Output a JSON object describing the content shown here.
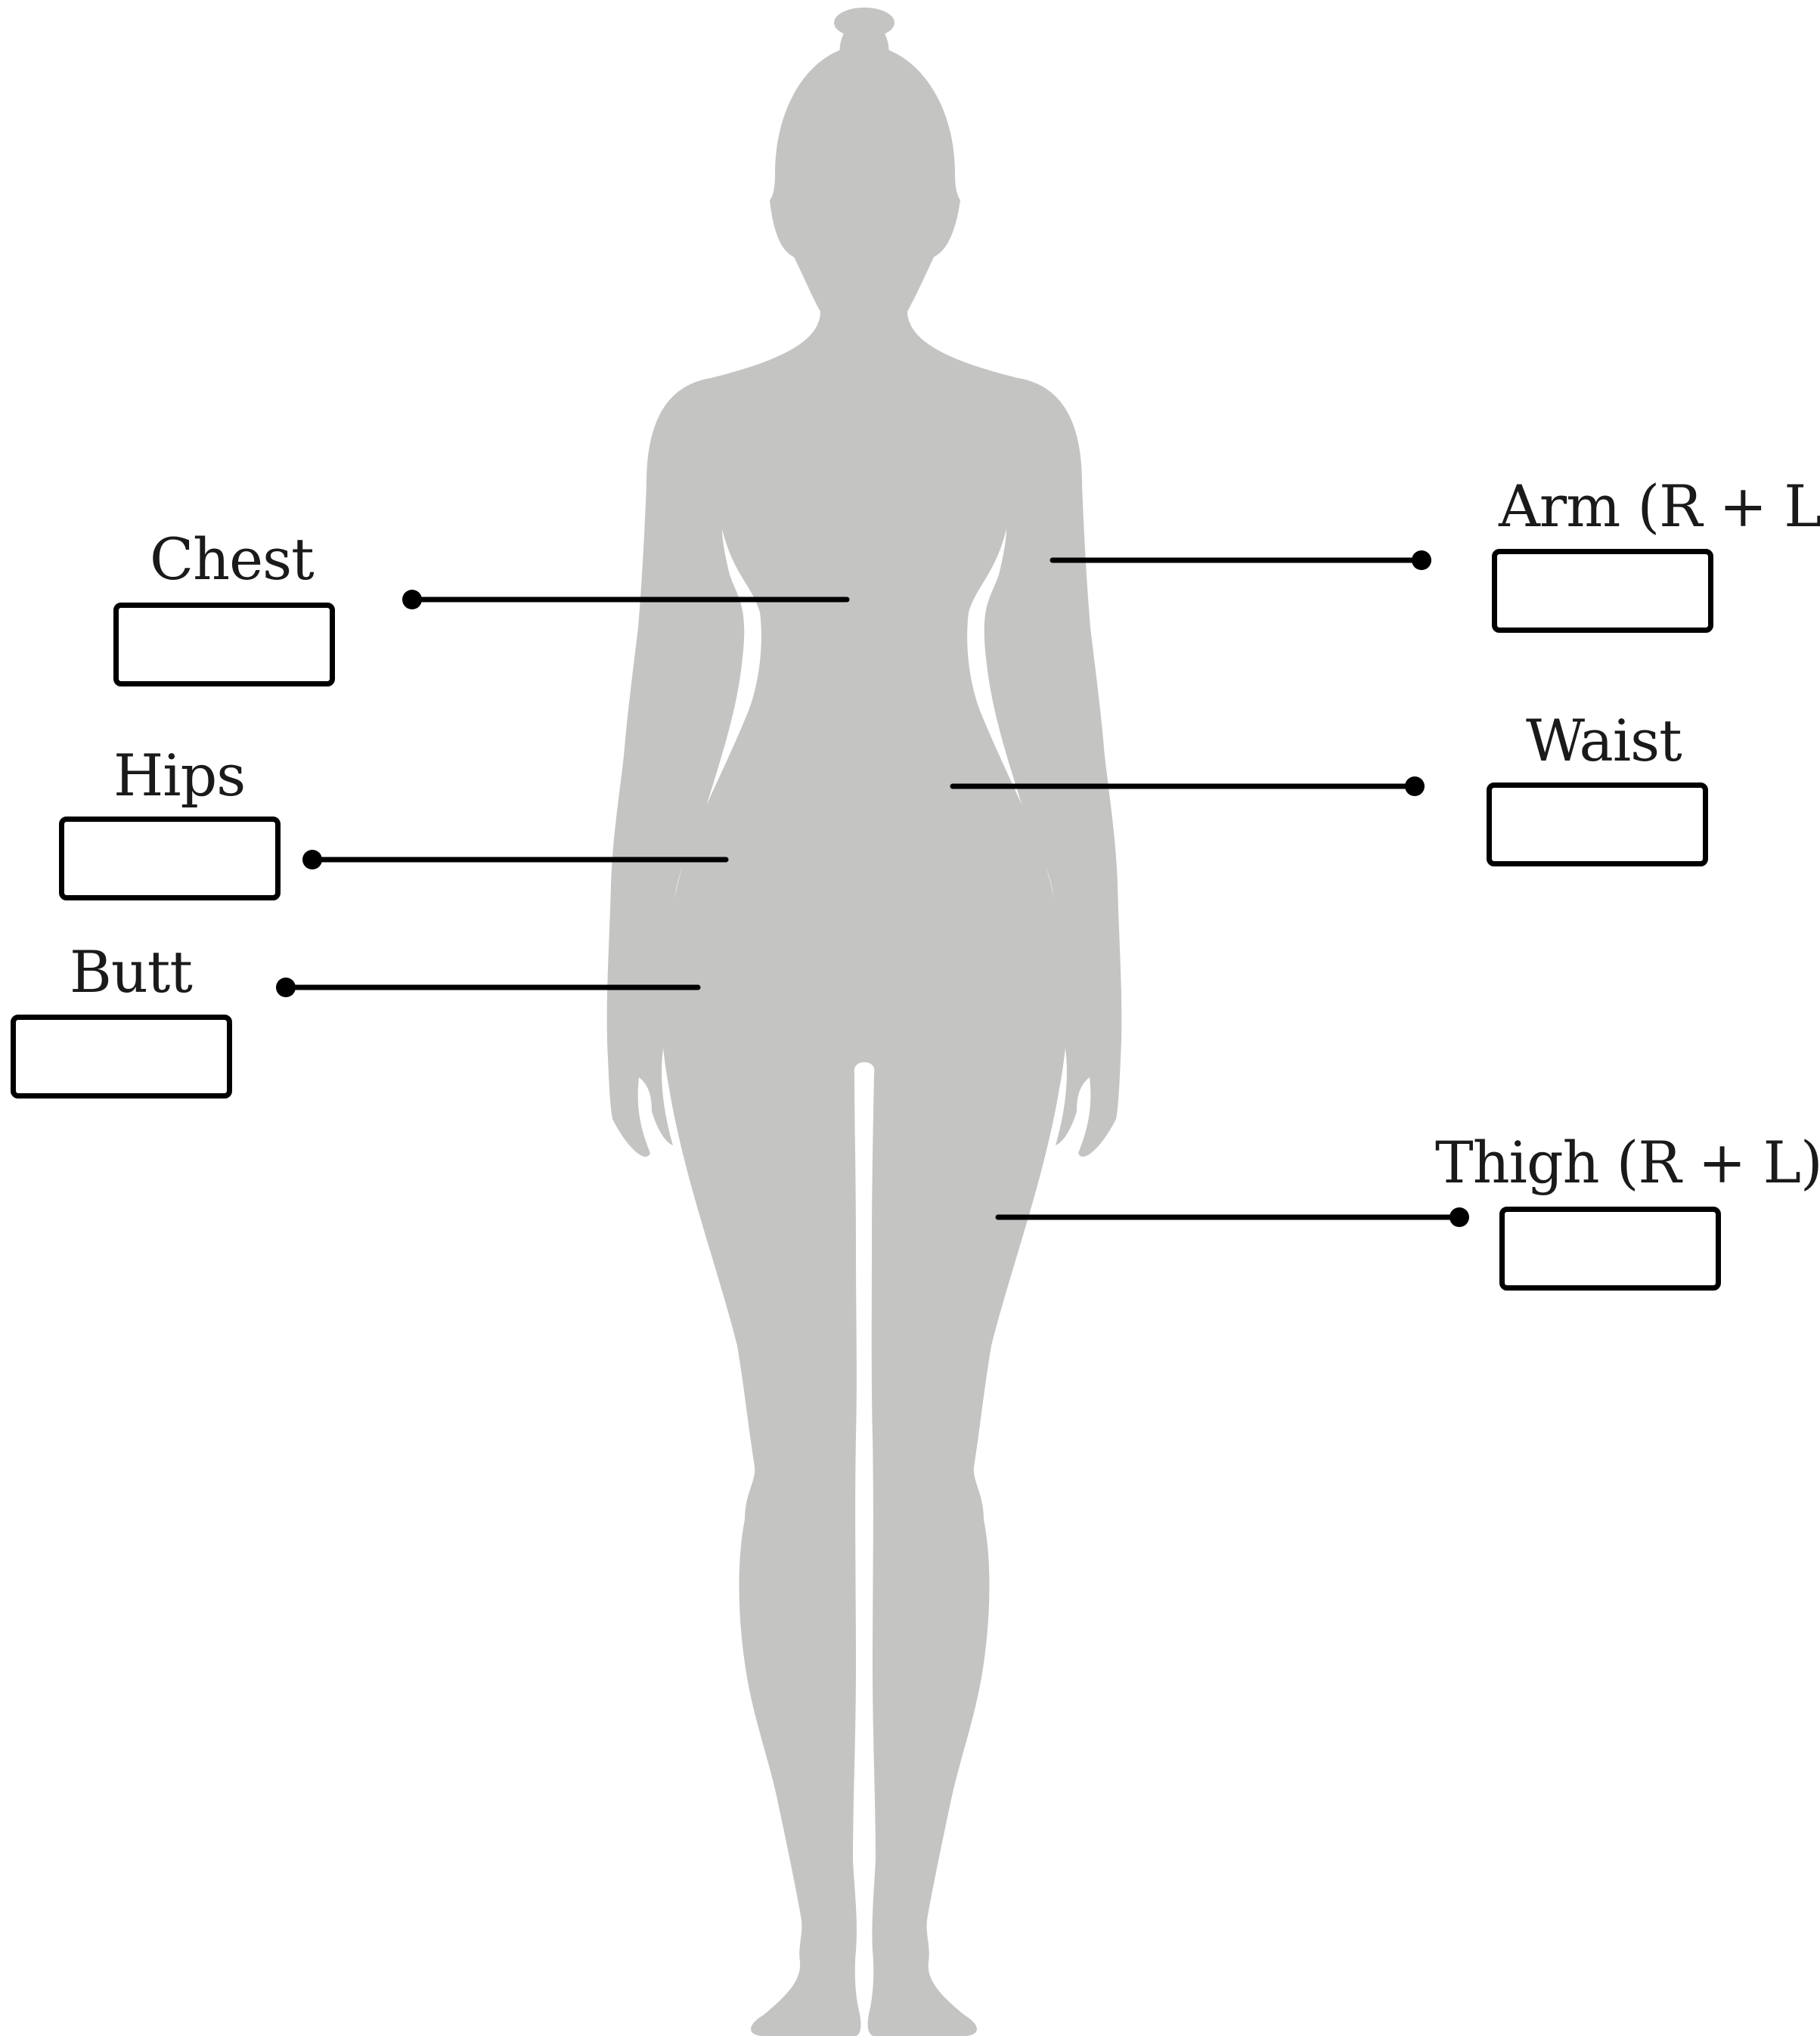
{
  "colors": {
    "silhouette": "#c4c4c3",
    "line": "#000000",
    "background": "#ffffff"
  },
  "measurements": [
    {
      "id": "chest",
      "label": "Chest",
      "value": ""
    },
    {
      "id": "hips",
      "label": "Hips",
      "value": ""
    },
    {
      "id": "butt",
      "label": "Butt",
      "value": ""
    },
    {
      "id": "arm",
      "label": "Arm (R + L)",
      "value": ""
    },
    {
      "id": "waist",
      "label": "Waist",
      "value": ""
    },
    {
      "id": "thigh",
      "label": "Thigh (R + L)",
      "value": ""
    }
  ]
}
